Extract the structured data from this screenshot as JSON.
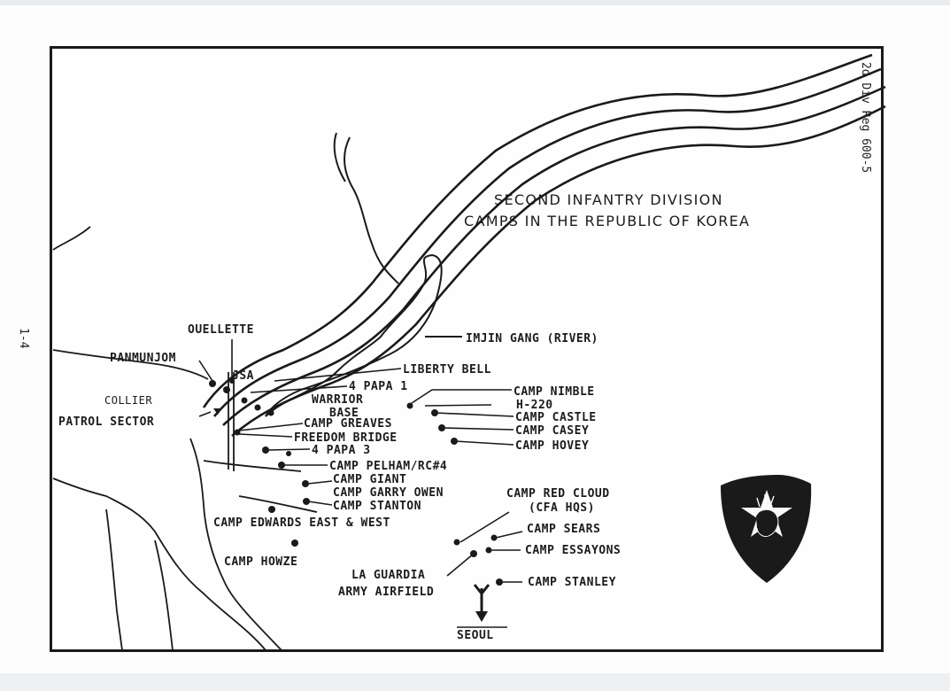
{
  "map": {
    "title_line1": "SECOND INFANTRY DIVISION",
    "title_line2": "CAMPS IN THE REPUBLIC OF KOREA",
    "doc_ref": "2d Div Reg 600-5",
    "page_number": "1-4",
    "river_label": "IMJIN GANG (RIVER)",
    "labels": {
      "ouellette": "OUELLETTE",
      "panmunjom": "PANMUNJOM",
      "jsa": "JSA",
      "collier": "COLLIER",
      "patrol_sector": "PATROL SECTOR",
      "liberty_bell": "LIBERTY BELL",
      "papa1": "4 PAPA 1",
      "warrior": "WARRIOR",
      "base": "BASE",
      "greaves": "CAMP GREAVES",
      "freedom_bridge": "FREEDOM BRIDGE",
      "papa3": "4 PAPA 3",
      "pelham": "CAMP PELHAM/RC#4",
      "giant": "CAMP GIANT",
      "garry_owen": "CAMP GARRY OWEN",
      "stanton": "CAMP STANTON",
      "edwards": "CAMP EDWARDS EAST & WEST",
      "howze": "CAMP HOWZE",
      "nimble": "CAMP NIMBLE",
      "h220": "H-220",
      "castle": "CAMP  CASTLE",
      "casey": "CAMP CASEY",
      "hovey": "CAMP HOVEY",
      "red_cloud": "CAMP RED CLOUD",
      "cfa_hqs": "(CFA HQS)",
      "sears": "CAMP SEARS",
      "essayons": "CAMP ESSAYONS",
      "laguardia1": "LA GUARDIA",
      "laguardia2": "ARMY AIRFIELD",
      "stanley": "CAMP STANLEY",
      "seoul": "SEOUL"
    },
    "insignia": "2nd-infantry-division-shield-icon"
  }
}
